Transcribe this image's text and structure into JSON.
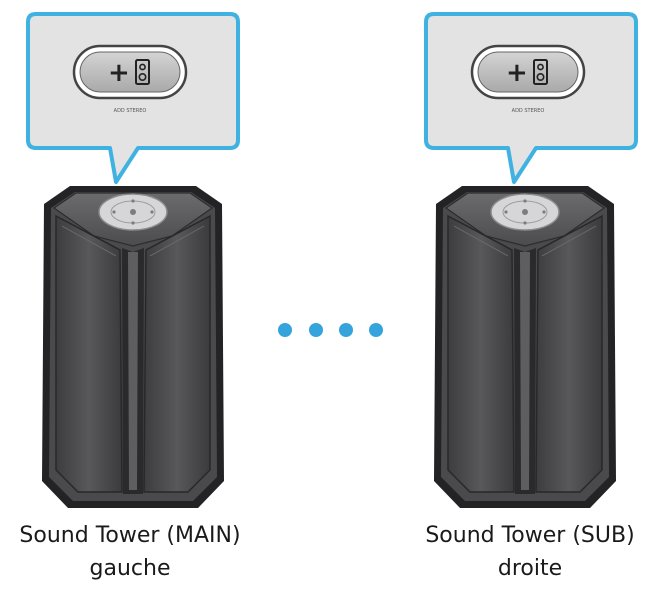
{
  "speakers": [
    {
      "name": "Sound Tower (MAIN)",
      "position": "gauche",
      "button_caption": "ADD STEREO"
    },
    {
      "name": "Sound Tower (SUB)",
      "position": "droite",
      "button_caption": "ADD STEREO"
    }
  ],
  "button_glyph": "+",
  "colors": {
    "callout_border": "#3fb2e2",
    "callout_fill": "#e3e3e3",
    "connector_dots": "#35a3dc",
    "speaker_body": "#4a4a4c",
    "speaker_edge": "#232325"
  },
  "icons": [
    "add-stereo-icon",
    "speaker-icon",
    "connection-dots-icon"
  ]
}
